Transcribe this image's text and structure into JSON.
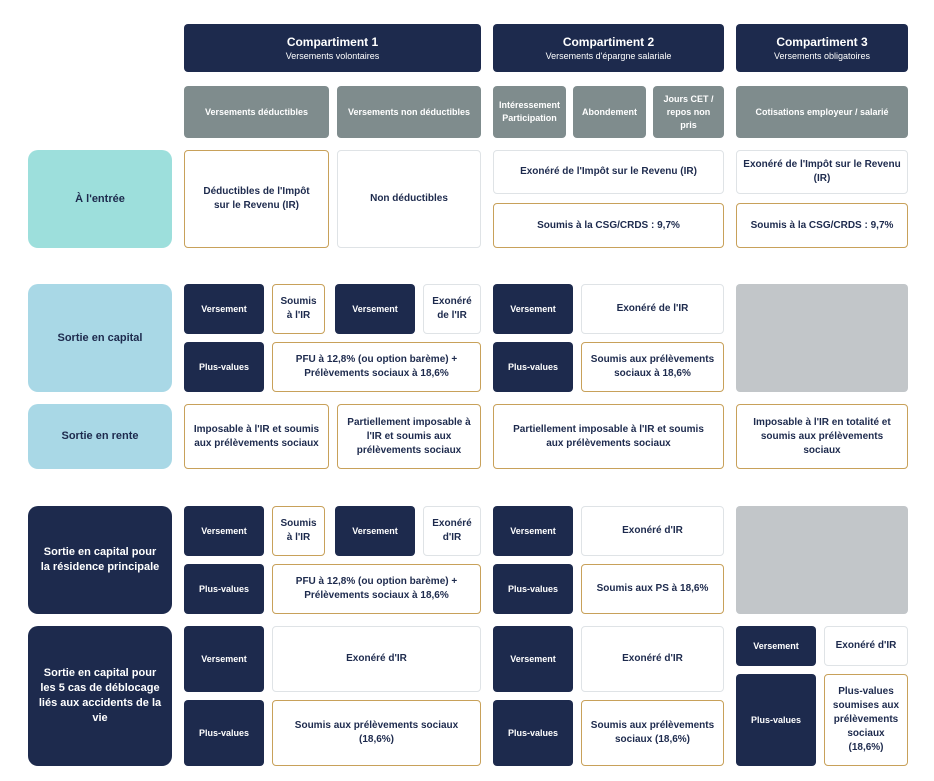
{
  "header": {
    "c1": {
      "title": "Compartiment 1",
      "subtitle": "Versements volontaires"
    },
    "c2": {
      "title": "Compartiment 2",
      "subtitle": "Versements d'épargne salariale"
    },
    "c3": {
      "title": "Compartiment 3",
      "subtitle": "Versements obligatoires"
    }
  },
  "subheaders": {
    "deductibles": "Versements déductibles",
    "non_deductibles": "Versements non déductibles",
    "interessement": "Intéressement\nParticipation",
    "abondement": "Abondement",
    "cet": "Jours CET /\nrepos non\npris",
    "cotisations": "Cotisations employeur / salarié"
  },
  "rows": {
    "entree": {
      "label": "À l'entrée",
      "c1a": "Déductibles de l'Impôt sur le Revenu (IR)",
      "c1b": "Non déductibles",
      "c2a": "Exonéré de l'Impôt sur le Revenu (IR)",
      "c2b": "Soumis à la CSG/CRDS : 9,7%",
      "c3a": "Exonéré de l'Impôt sur le Revenu (IR)",
      "c3b": "Soumis à la CSG/CRDS : 9,7%"
    },
    "capital": {
      "label": "Sortie en capital",
      "versement": "Versement",
      "soumis_ir": "Soumis\nà l'IR",
      "exonere_ir": "Exonéré\nde l'IR",
      "plus_values": "Plus-values",
      "pfu": "PFU à 12,8% (ou option barème) +\nPrélèvements sociaux à 18,6%",
      "c2_exonere": "Exonéré de l'IR",
      "c2_ps": "Soumis aux prélèvements\nsociaux à 18,6%"
    },
    "rente": {
      "label": "Sortie en rente",
      "c1a": "Imposable à l'IR et soumis aux prélèvements sociaux",
      "c1b": "Partiellement imposable à l'IR et soumis aux prélèvements sociaux",
      "c2": "Partiellement imposable à l'IR et soumis aux prélèvements sociaux",
      "c3": "Imposable à l'IR en totalité et soumis aux prélèvements sociaux"
    },
    "residence": {
      "label": "Sortie en capital pour la résidence principale",
      "versement": "Versement",
      "soumis_ir": "Soumis\nà l'IR",
      "exonere_ir": "Exonéré\nd'IR",
      "plus_values": "Plus-values",
      "pfu": "PFU à 12,8% (ou option barème) +\nPrélèvements sociaux à 18,6%",
      "c2_exonere": "Exonéré d'IR",
      "c2_ps": "Soumis aux PS à 18,6%"
    },
    "accidents": {
      "label": "Sortie en capital pour les 5 cas de déblocage liés aux accidents de la vie",
      "versement": "Versement",
      "plus_values": "Plus-values",
      "c1_exonere": "Exonéré d'IR",
      "c1_ps": "Soumis aux prélèvements sociaux\n(18,6%)",
      "c2_exonere": "Exonéré d'IR",
      "c2_ps": "Soumis aux prélèvements\nsociaux (18,6%)",
      "c3_exonere": "Exonéré d'IR",
      "c3_ps": "Plus-values\nsoumises aux\nprélèvements\nsociaux\n(18,6%)"
    }
  }
}
